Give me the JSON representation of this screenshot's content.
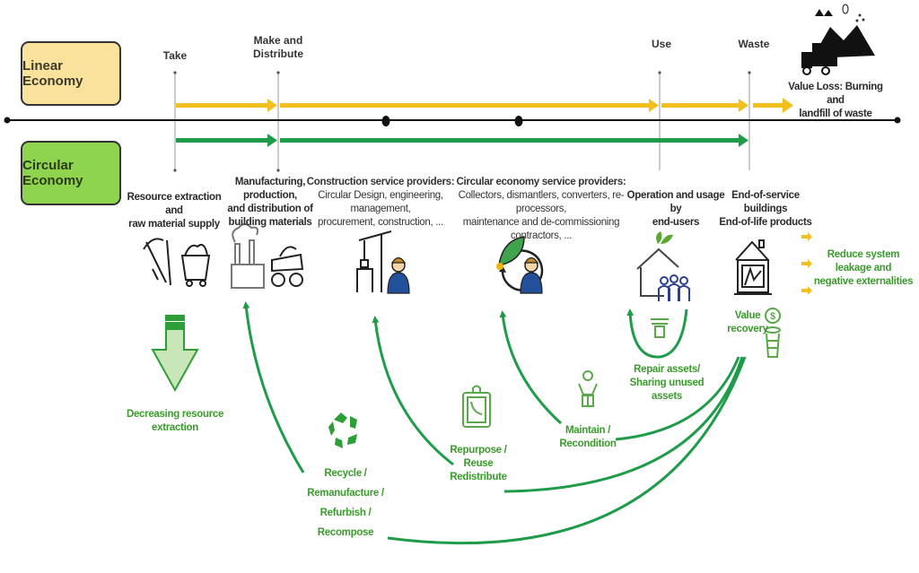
{
  "colors": {
    "linear_yellow": "#f2c01e",
    "circular_green": "#1f9c4a",
    "timeline_black": "#111111",
    "label_green": "#3a9b2c",
    "linear_box": "#fbe29c",
    "circular_box": "#8fd44f"
  },
  "economies": {
    "linear": "Linear Economy",
    "circular": "Circular Economy"
  },
  "linear_stages": {
    "take": "Take",
    "make_line1": "Make and",
    "make_line2": "Distribute",
    "use": "Use",
    "waste": "Waste"
  },
  "value_loss": {
    "line1": "Value Loss: Burning and",
    "line2": "landfill of waste",
    "icon": "garbage-truck-landfill-icon"
  },
  "circular_stages": [
    {
      "title_lines": [
        "Resource extraction and",
        "raw material supply"
      ],
      "sub_lines": [],
      "icons": [
        "pickaxe-icon",
        "mine-cart-icon"
      ]
    },
    {
      "title_lines": [
        "Manufacturing, production,",
        "and distribution of",
        "building materials"
      ],
      "sub_lines": [],
      "icons": [
        "factory-icon",
        "dump-truck-icon"
      ]
    },
    {
      "title_lines": [
        "Construction service providers:"
      ],
      "sub_lines": [
        "Circular Design, engineering, management,",
        "procurement, construction, ..."
      ],
      "icons": [
        "crane-construction-icon",
        "worker-icon"
      ]
    },
    {
      "title_lines": [
        "Circular  economy service providers:"
      ],
      "sub_lines": [
        "Collectors, dismantlers, converters, re-processors,",
        "maintenance and de-commissioning contractors, ..."
      ],
      "icons": [
        "circular-leaf-icon",
        "worker-icon"
      ]
    },
    {
      "title_lines": [
        "Operation and usage by",
        "end-users"
      ],
      "sub_lines": [],
      "icons": [
        "house-family-icon"
      ]
    },
    {
      "title_lines": [
        "End-of-service buildings",
        "End-of-life products"
      ],
      "sub_lines": [],
      "icons": [
        "broken-building-icon"
      ]
    }
  ],
  "outcomes": {
    "decreasing": [
      "Decreasing resource",
      "extraction"
    ],
    "reduce_leakage": [
      "Reduce system leakage and",
      "negative externalities"
    ],
    "value_recovery": [
      "Value",
      "recovery"
    ],
    "repair": [
      "Repair assets/",
      "Sharing unused assets"
    ],
    "maintain": [
      "Maintain /",
      "Recondition"
    ],
    "repurpose": [
      "Repurpose /",
      "Reuse",
      "Redistribute"
    ],
    "recycle": [
      "Recycle /",
      "Remanufacture /",
      "Refurbish /",
      "Recompose"
    ]
  }
}
